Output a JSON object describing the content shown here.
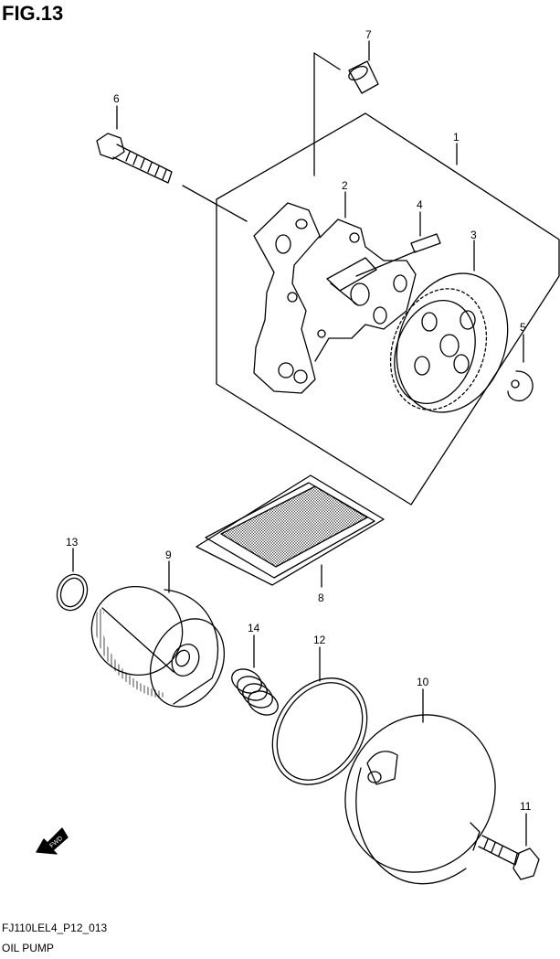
{
  "figure": {
    "title": "FIG.13",
    "drawing_code": "FJ110LEL4_P12_013",
    "caption": "OIL PUMP"
  },
  "callouts": [
    "1",
    "2",
    "3",
    "4",
    "5",
    "6",
    "7",
    "8",
    "9",
    "10",
    "11",
    "12",
    "13",
    "14"
  ],
  "fwd_badge": "FWD"
}
